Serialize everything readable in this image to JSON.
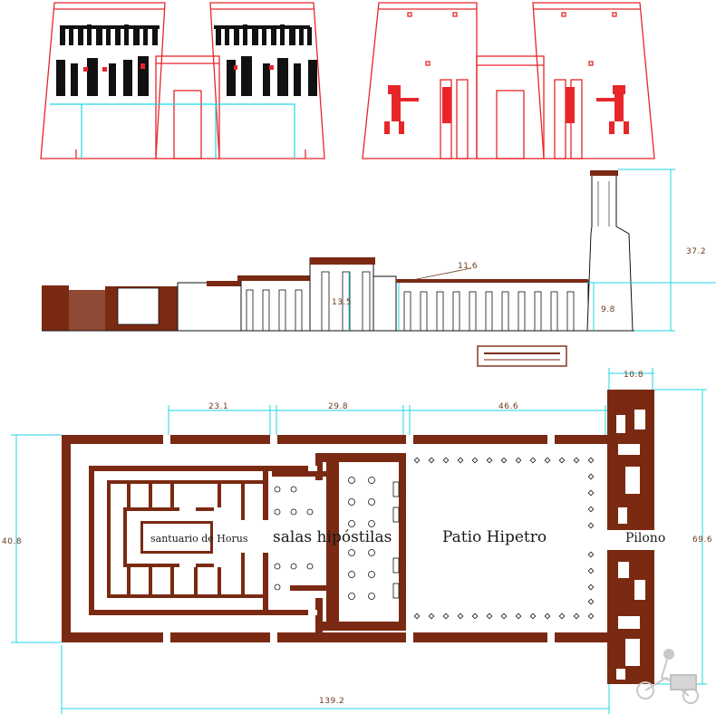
{
  "elevation_dimensions": {
    "pylon_height": "37.2",
    "top_gap": "11.6",
    "hall_height": "13.5",
    "colonnade_height": "9.8"
  },
  "plan_dimensions": {
    "pylon_width": "10.8",
    "sanctuary_length": "23.1",
    "hypostyle_length": "29.8",
    "court_length": "46.6",
    "temple_width": "40.8",
    "pylon_span": "69.6",
    "total_length": "139.2"
  },
  "plan_labels": {
    "sanctuary": "santuario de Horus",
    "hypostyle": "salas hipóstilas",
    "court": "Patio Hipetro",
    "pylon": "Pilono"
  },
  "colors": {
    "wall": "#7a2a12",
    "pylon_line": "#e8262a",
    "dimension": "#1fd6e6",
    "ink": "#111111"
  }
}
